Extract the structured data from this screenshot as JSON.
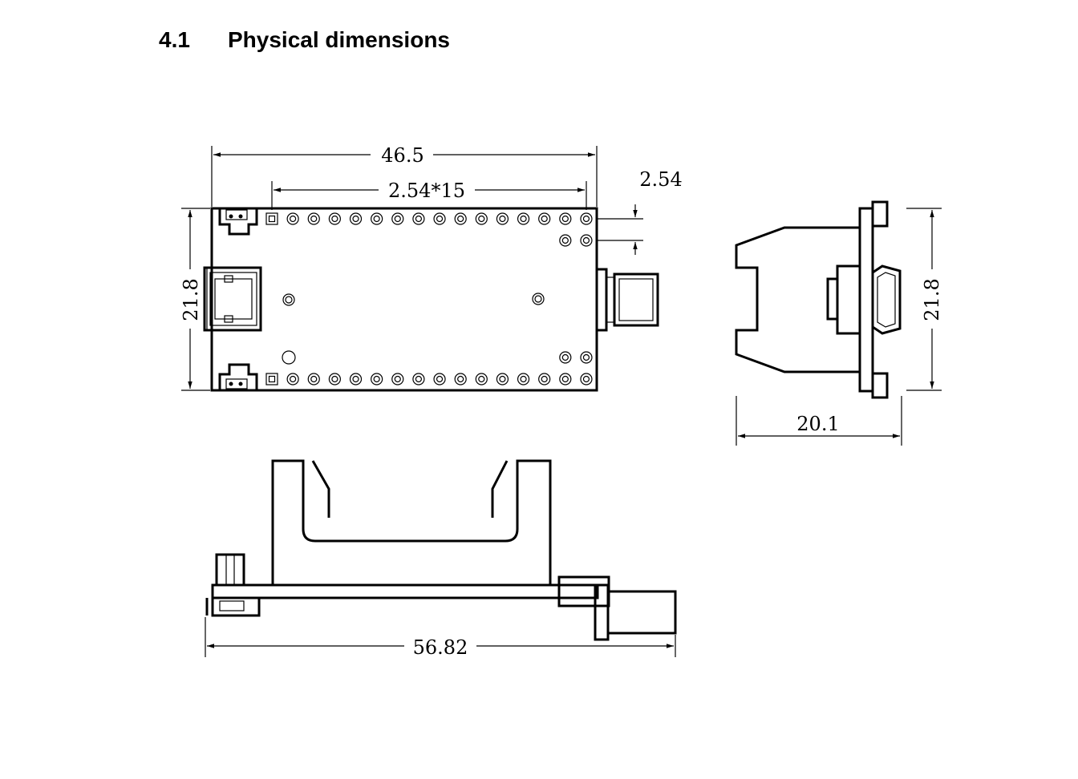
{
  "heading": {
    "number": "4.1",
    "title": "Physical dimensions"
  },
  "dimensions": {
    "board_length": "46.5",
    "header_span": "2.54*15",
    "pin_pitch": "2.54",
    "board_width_top": "21.8",
    "board_width_side": "21.8",
    "side_depth": "20.1",
    "overall_length": "56.82"
  },
  "top_view": {
    "header_pins_per_row": 16,
    "extra_pin_pairs": 2
  }
}
